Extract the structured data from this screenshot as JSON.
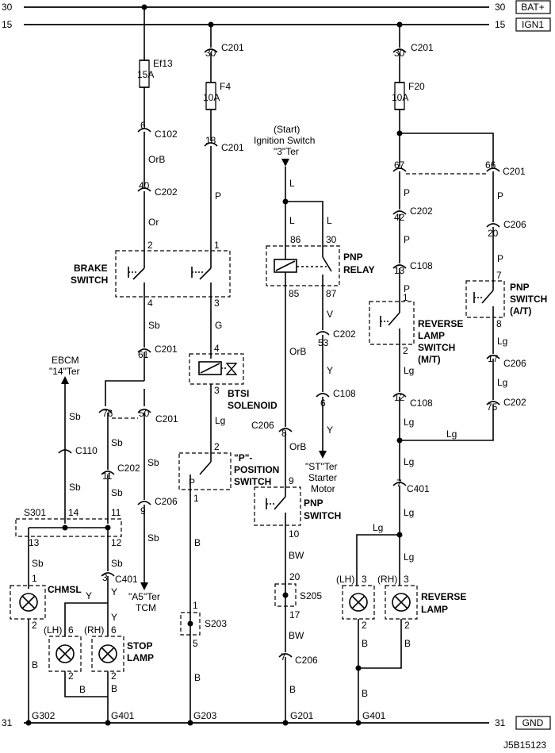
{
  "bus": {
    "bat_left": "30",
    "bat_right": "30",
    "bat_label": "BAT+",
    "ign_left": "15",
    "ign_right": "15",
    "ign_label": "IGN1",
    "gnd_left": "31",
    "gnd_right": "31",
    "gnd_label": "GND"
  },
  "col1": {
    "fuse_name": "Ef13",
    "fuse_rating": "15A",
    "c102_pin": "6",
    "c102_name": "C102",
    "wire_orb": "OrB",
    "c202_pin": "40",
    "c202_name": "C202",
    "wire_or": "Or",
    "brake_pin_in": "2",
    "brake_pin_in2": "1",
    "brake_switch_l1": "BRAKE",
    "brake_switch_l2": "SWITCH",
    "brake_pin_out": "4",
    "brake_pin_out2": "3",
    "wire_sb_a": "Sb",
    "c201_61": "61",
    "c201_61_name": "C201",
    "c201_76": "76",
    "c201_50": "50",
    "c201_76_name": "C201",
    "wire_sb_b": "Sb",
    "wire_sb_c": "Sb",
    "c202_11": "11",
    "c202_11_name": "C202",
    "c206_9": "9",
    "c206_9_name": "C206",
    "wire_sb_d": "Sb",
    "wire_sb_e": "Sb",
    "ebcm_l1": "EBCM",
    "ebcm_l2": "\"14\"Ter",
    "wire_sb_ebcm": "Sb",
    "c110_name": "C110",
    "wire_sb_f": "Sb",
    "s301_name": "S301",
    "s301_14": "14",
    "s301_11": "11",
    "s301_13": "13",
    "s301_12": "12",
    "wire_sb_g": "Sb",
    "wire_sb_h": "Sb",
    "c401_3": "3",
    "c401_3_name": "C401",
    "chmsl_pin1": "1",
    "chmsl_pin2": "2",
    "chmsl_name": "CHMSL",
    "wire_y_a": "Y",
    "wire_y_b": "Y",
    "wire_y_c": "Y",
    "stop_lh": "(LH)",
    "stop_rh": "(RH)",
    "stop_lh_pin": "6",
    "stop_rh_pin": "6",
    "stop_lh_pin2": "2",
    "stop_rh_pin2": "2",
    "stop_name_l1": "STOP",
    "stop_name_l2": "LAMP",
    "tcm_l1": "\"A5\"Ter",
    "tcm_l2": "TCM",
    "wire_b_a": "B",
    "wire_b_b": "B",
    "wire_b_c": "B",
    "g302": "G302",
    "g401": "G401"
  },
  "col2": {
    "c201_30": "30",
    "c201_30_name": "C201",
    "fuse_name": "F4",
    "fuse_rating": "10A",
    "c201_18": "18",
    "c201_18_name": "C201",
    "wire_p": "P",
    "wire_g": "G",
    "btsi_pin_in": "4",
    "btsi_pin_out": "3",
    "btsi_l1": "BTSI",
    "btsi_l2": "SOLENOID",
    "wire_lg": "Lg",
    "ppos_pin_in": "2",
    "ppos_pin_out": "1",
    "ppos_p": "P",
    "ppos_l1": "\"P\"-",
    "ppos_l2": "POSITION",
    "ppos_l3": "SWITCH",
    "wire_b_a": "B",
    "s203_pin_in": "1",
    "s203_pin_out": "5",
    "s203_name": "S203",
    "wire_b_b": "B",
    "g203": "G203"
  },
  "col3": {
    "start_l1": "(Start)",
    "start_l2": "Ignition Switch",
    "start_l3": "\"3\"Ter",
    "wire_l_a": "L",
    "wire_l_b": "L",
    "wire_l_c": "L",
    "relay_86": "86",
    "relay_30": "30",
    "relay_85": "85",
    "relay_87": "87",
    "relay_l1": "PNP",
    "relay_l2": "RELAY",
    "wire_orb_a": "OrB",
    "wire_v": "V",
    "c202_53": "53",
    "c202_53_name": "C202",
    "wire_y_a": "Y",
    "c108_6": "6",
    "c108_6_name": "C108",
    "wire_y_b": "Y",
    "c206_8": "8",
    "c206_8_name": "C206",
    "wire_orb_b": "OrB",
    "starter_l1": "\"ST\"Ter",
    "starter_l2": "Starter",
    "starter_l3": "Motor",
    "pnp_pin_in": "9",
    "pnp_pin_out": "10",
    "pnp_l1": "PNP",
    "pnp_l2": "SWITCH",
    "wire_bw_a": "BW",
    "s205_pin_in": "20",
    "s205_pin_out": "17",
    "s205_name": "S205",
    "wire_bw_b": "BW",
    "c206_7": "7",
    "c206_7_name": "C206",
    "wire_b": "B",
    "g201": "G201"
  },
  "col4": {
    "c201_30": "30",
    "c201_30_name": "C201",
    "fuse_name": "F20",
    "fuse_rating": "10A",
    "c201_67": "67",
    "c201_66": "66",
    "c201_67_name": "C201",
    "wire_p_a": "P",
    "wire_p_b": "P",
    "wire_p_c": "P",
    "wire_p_d": "P",
    "wire_p_e": "P",
    "c202_42": "42",
    "c202_42_name": "C202",
    "c206_20": "20",
    "c206_20_name": "C206",
    "c108_13": "13",
    "c108_13_name": "C108",
    "pnp_at_pin_in": "7",
    "pnp_at_pin_out": "8",
    "pnp_at_l1": "PNP",
    "pnp_at_l2": "SWITCH",
    "pnp_at_l3": "(A/T)",
    "rev_pin_in": "1",
    "rev_pin_out": "2",
    "rev_l1": "REVERSE",
    "rev_l2": "LAMP",
    "rev_l3": "SWITCH",
    "rev_l4": "(M/T)",
    "wire_lg_a": "Lg",
    "wire_lg_b": "Lg",
    "wire_lg_c": "Lg",
    "wire_lg_d": "Lg",
    "wire_lg_e": "Lg",
    "wire_lg_f": "Lg",
    "wire_lg_g": "Lg",
    "wire_lg_h": "Lg",
    "c206_17": "17",
    "c206_17_name": "C206",
    "c108_12": "12",
    "c108_12_name": "C108",
    "c202_75": "75",
    "c202_75_name": "C202",
    "c401_7": "7",
    "c401_7_name": "C401",
    "rev_lh": "(LH)",
    "rev_rh": "(RH)",
    "rev_lh_pin": "3",
    "rev_rh_pin": "3",
    "rev_lh_pin2": "2",
    "rev_rh_pin2": "2",
    "revlamp_l1": "REVERSE",
    "revlamp_l2": "LAMP",
    "wire_b_a": "B",
    "wire_b_b": "B",
    "wire_b_c": "B",
    "g401": "G401"
  },
  "footer": {
    "code": "J5B15123"
  }
}
